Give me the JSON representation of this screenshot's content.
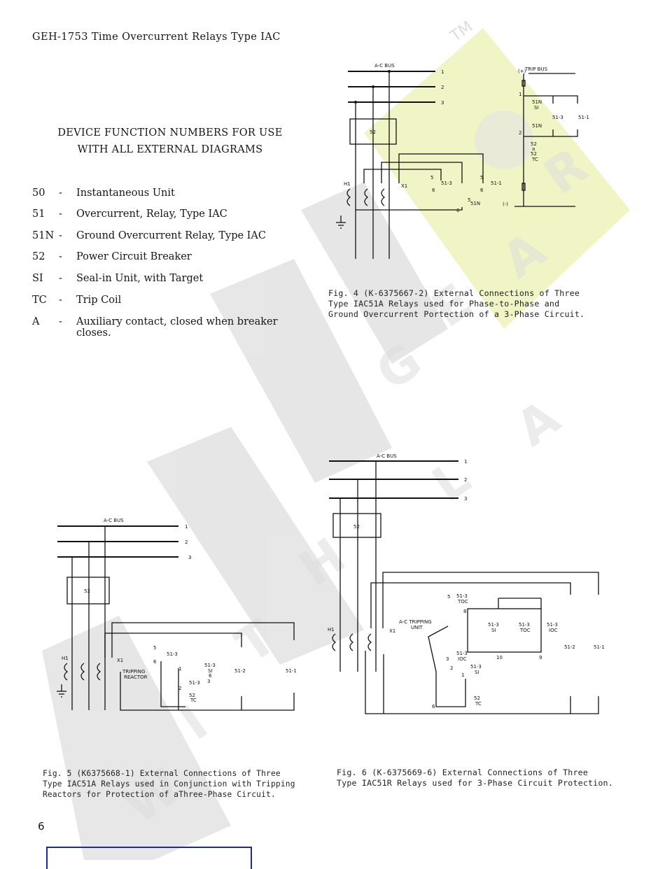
{
  "header": "GEH-1753  Time Overcurrent Relays Type IAC",
  "legend": {
    "title_line1": "DEVICE FUNCTION NUMBERS FOR USE",
    "title_line2": "WITH ALL EXTERNAL DIAGRAMS",
    "items": [
      {
        "code": "50",
        "dash": "-",
        "text": "Instantaneous Unit"
      },
      {
        "code": "51",
        "dash": "-",
        "text": "Overcurrent, Relay, Type IAC"
      },
      {
        "code": "51N",
        "dash": "-",
        "text": "Ground Overcurrent Relay, Type IAC"
      },
      {
        "code": "52",
        "dash": "-",
        "text": "Power Circuit Breaker"
      },
      {
        "code": "SI",
        "dash": "-",
        "text": "Seal-in Unit, with Target"
      },
      {
        "code": "TC",
        "dash": "-",
        "text": "Trip Coil"
      },
      {
        "code": "A",
        "dash": "-",
        "text": "Auxiliary contact, closed when breaker closes."
      }
    ]
  },
  "fig4": {
    "caption": "Fig. 4 (K-6375667-2)  External Connections of Three\nType IAC51A Relays used for Phase-to-Phase and\nGround Overcurrent Portection of a 3-Phase Circuit.",
    "bus_label": "A-C BUS",
    "trip_bus": "TRIP BUS",
    "plus": "(+)",
    "minus": "(-)",
    "phase1": "1",
    "phase2": "2",
    "phase3": "3",
    "breaker": "52",
    "h1": "H1",
    "x1": "X1",
    "r513": "51-3",
    "r511": "51-1",
    "r51n": "51N",
    "si": "SI",
    "tc": "TC",
    "a": "a",
    "n5": "5",
    "n6": "6",
    "n1": "1",
    "n2": "2"
  },
  "fig5": {
    "caption": "Fig. 5 (K6375668-1) External Connections of Three\nType IAC51A Relays used in Conjunction with Tripping\nReactors for Protection of aThree-Phase Circuit.",
    "bus_label": "A-C BUS",
    "phase1": "1",
    "phase2": "2",
    "phase3": "3",
    "breaker": "52",
    "h1": "H1",
    "x1": "X1",
    "r513": "51-3",
    "r512": "51-2",
    "r511": "51-1",
    "tripping": "TRIPPING",
    "reactor": "REACTOR",
    "si": "SI",
    "tc": "TC",
    "n5": "5",
    "n6": "6",
    "n1": "1",
    "n2": "2",
    "n3": "3",
    "n52": "52"
  },
  "fig6": {
    "caption": "Fig. 6 (K-6375669-6)  External Connections of Three\nType IAC51R Relays used for 3-Phase Circuit Protection.",
    "bus_label": "A-C BUS",
    "phase1": "1",
    "phase2": "2",
    "phase3": "3",
    "breaker": "52",
    "h1": "H1",
    "x1": "X1",
    "ac_tripping": "A-C TRIPPING",
    "unit": "UNIT",
    "r513": "51-3",
    "r512": "51-2",
    "r511": "51-1",
    "toc": "TOC",
    "ioc": "IOC",
    "si": "SI",
    "tc": "TC",
    "n5": "5",
    "n8": "8",
    "n10": "10",
    "n9": "9",
    "n3": "3",
    "n2": "2",
    "n1": "1",
    "n6": "6"
  },
  "page_number": "6",
  "colors": {
    "ink": "#151515",
    "watermark_gray": "#cfcfcf",
    "watermark_yellow": "#eef2b8",
    "frame_blue": "#1b2a9e"
  }
}
